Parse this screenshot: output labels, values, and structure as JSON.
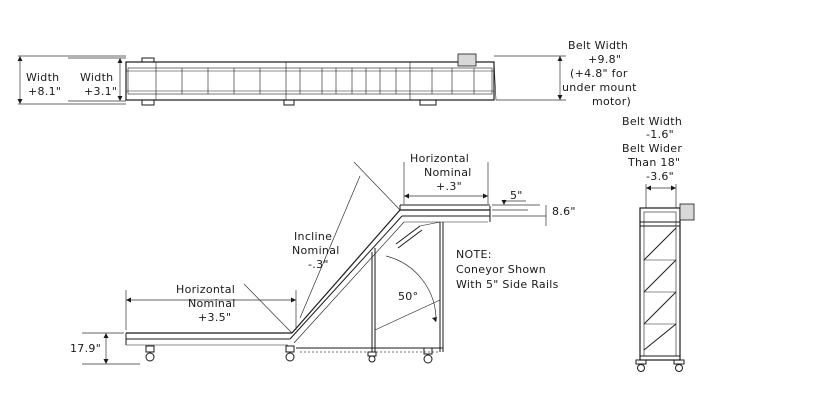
{
  "top_view": {
    "width_outer": {
      "label": "Width",
      "value": "+8.1\""
    },
    "width_inner": {
      "label": "Width",
      "value": "+3.1\""
    },
    "belt_width_note": [
      "Belt Width",
      "+9.8\"",
      "(+4.8\" for",
      "under mount",
      "motor)"
    ]
  },
  "end_view": {
    "belt_width_note": [
      "Belt Width",
      "-1.6\"",
      "Belt Wider",
      "Than 18\"",
      "-3.6\""
    ]
  },
  "side_view": {
    "horizontal_top": [
      "Horizontal",
      "Nominal",
      "+.3\""
    ],
    "incline": [
      "Incline",
      "Nominal",
      "-.3\""
    ],
    "horizontal_bottom": [
      "Horizontal",
      "Nominal",
      "+3.5\""
    ],
    "side_rail_dim": "5\"",
    "discharge_dim": "8.6\"",
    "infeed_height": "17.9\"",
    "angle": "50°",
    "note": [
      "NOTE:",
      "Coneyor Shown",
      "With 5\" Side Rails"
    ]
  }
}
